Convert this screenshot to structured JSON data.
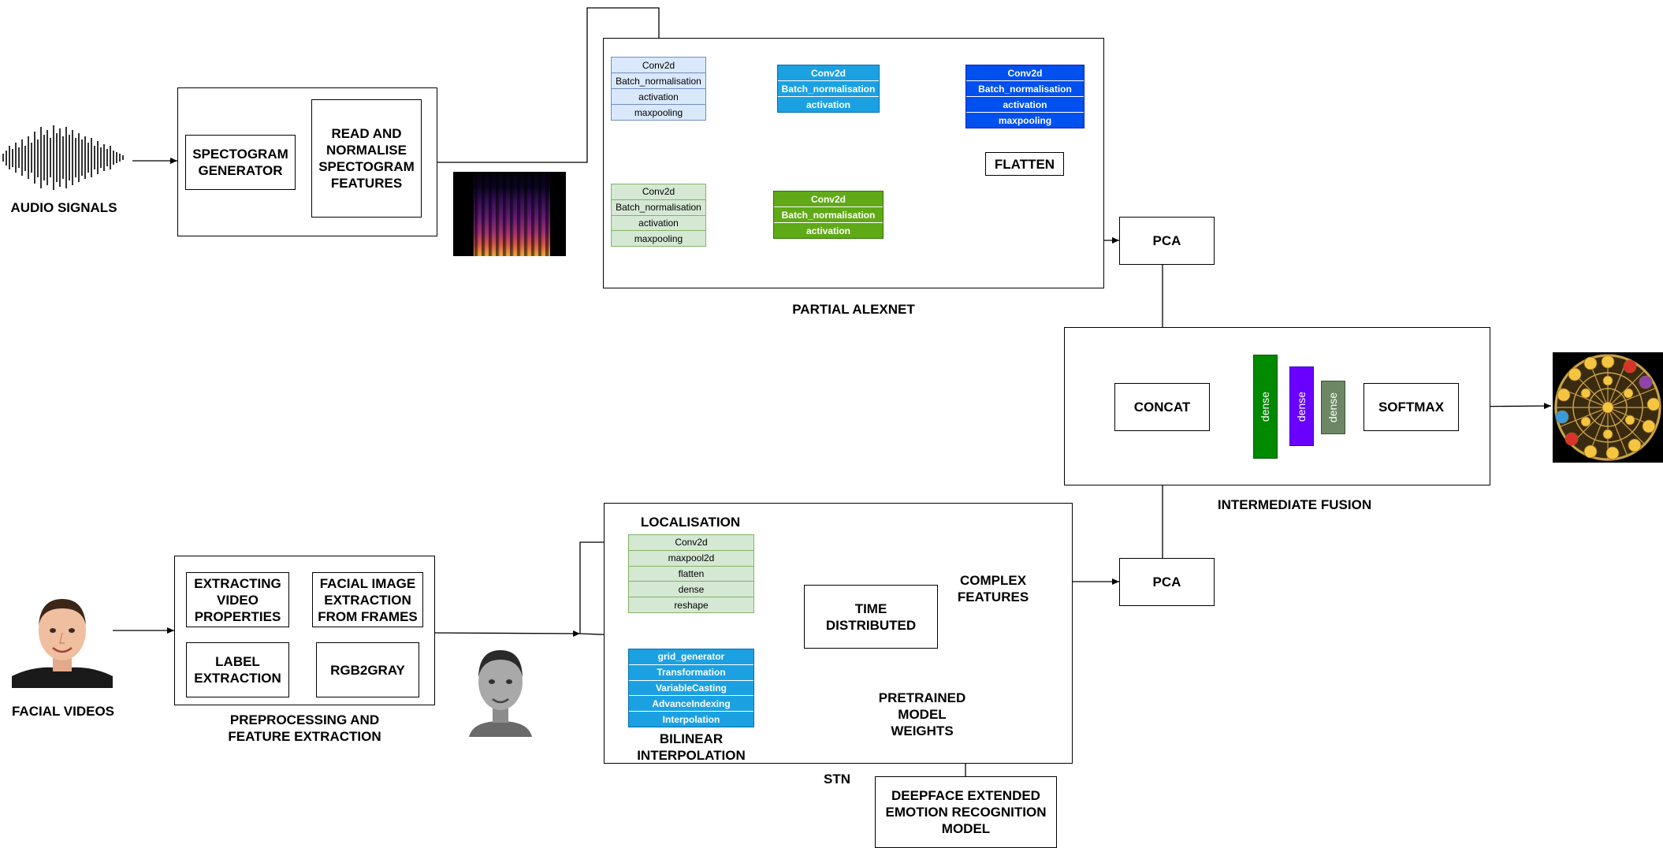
{
  "audio": {
    "label": "AUDIO SIGNALS",
    "spectogram_generator": "SPECTOGRAM\nGENERATOR",
    "read_normalise": "READ AND\nNORMALISE\nSPECTOGRAM\nFEATURES"
  },
  "alexnet": {
    "title": "PARTIAL ALEXNET",
    "block1": [
      "Conv2d",
      "Batch_normalisation",
      "activation",
      "maxpooling"
    ],
    "block2": [
      "Conv2d",
      "Batch_normalisation",
      "activation",
      "maxpooling"
    ],
    "block3": [
      "Conv2d",
      "Batch_normalisation",
      "activation"
    ],
    "block4": [
      "Conv2d",
      "Batch_normalisation",
      "activation"
    ],
    "block5": [
      "Conv2d",
      "Batch_normalisation",
      "activation",
      "maxpooling"
    ],
    "flatten": "FLATTEN"
  },
  "pca_top": "PCA",
  "pca_bottom": "PCA",
  "fusion": {
    "title": "INTERMEDIATE FUSION",
    "concat": "CONCAT",
    "dense1": "dense",
    "dense2": "dense",
    "dense3": "dense",
    "softmax": "SOFTMAX"
  },
  "video": {
    "label": "FACIAL VIDEOS",
    "extract_props": "EXTRACTING\nVIDEO\nPROPERTIES",
    "facial_extraction": "FACIAL IMAGE\nEXTRACTION\nFROM FRAMES",
    "label_extraction": "LABEL\nEXTRACTION",
    "rgb2gray": "RGB2GRAY",
    "preproc_title": "PREPROCESSING AND\nFEATURE EXTRACTION"
  },
  "stn": {
    "title": "STN",
    "localisation_title": "LOCALISATION",
    "localisation": [
      "Conv2d",
      "maxpool2d",
      "flatten",
      "dense",
      "reshape"
    ],
    "bilinear": [
      "grid_generator",
      "Transformation",
      "VariableCasting",
      "AdvanceIndexing",
      "Interpolation"
    ],
    "bilinear_title": "BILINEAR\nINTERPOLATION",
    "time_distributed": "TIME\nDISTRIBUTED",
    "complex_features": "COMPLEX\nFEATURES",
    "pretrained": "PRETRAINED\nMODEL\nWEIGHTS"
  },
  "deepface": "DEEPFACE EXTENDED\nEMOTION RECOGNITION\nMODEL",
  "colors": {
    "light_blue": "#dae8fc",
    "light_blue_border": "#6c8ebf",
    "light_green": "#d5e8d4",
    "light_green_border": "#82b366",
    "mid_blue": "#1ba1e2",
    "dark_green": "#60a917",
    "royal_blue": "#0050ef",
    "dense_green": "#008a00",
    "dense_purple": "#6a00ff",
    "dense_gray": "#6d8764"
  }
}
